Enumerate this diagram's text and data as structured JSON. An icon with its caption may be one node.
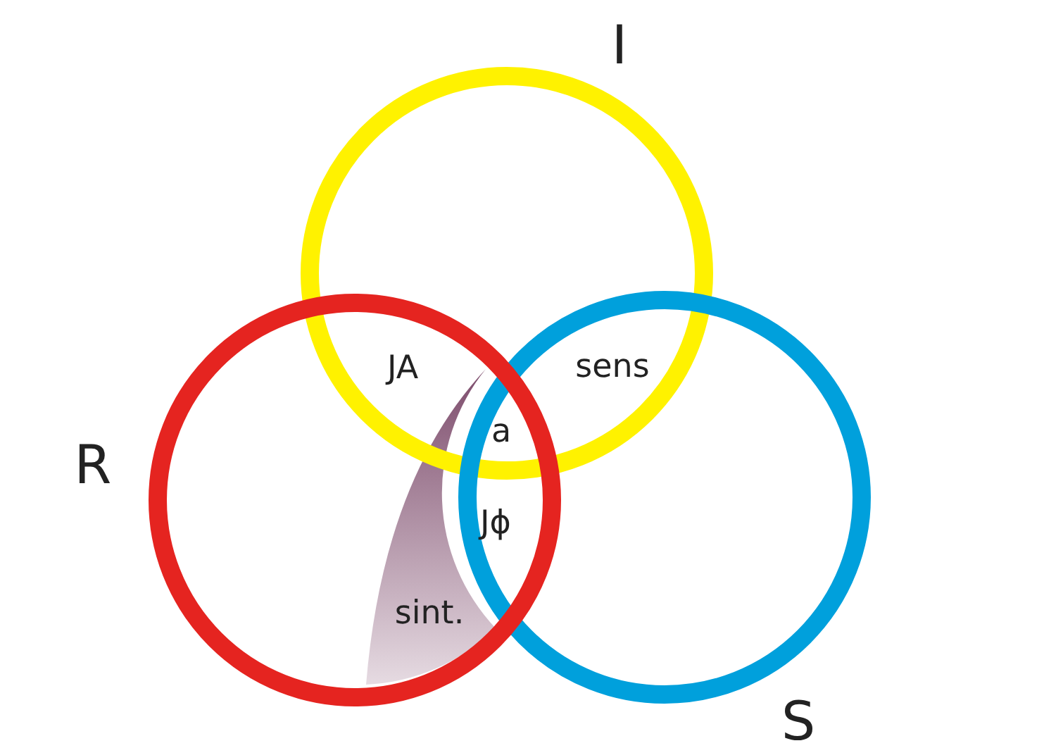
{
  "diagram": {
    "nodes": [
      {
        "text": [],
        "shape": "circle",
        "beside": [
          "I"
        ]
      },
      {
        "text": [],
        "shape": "circle",
        "beside": [
          "R"
        ]
      },
      {
        "text": [],
        "shape": "circle",
        "beside": [
          "S"
        ]
      }
    ],
    "labels": [
      "JA",
      "sens",
      "a",
      "Jϕ",
      "sint."
    ]
  }
}
